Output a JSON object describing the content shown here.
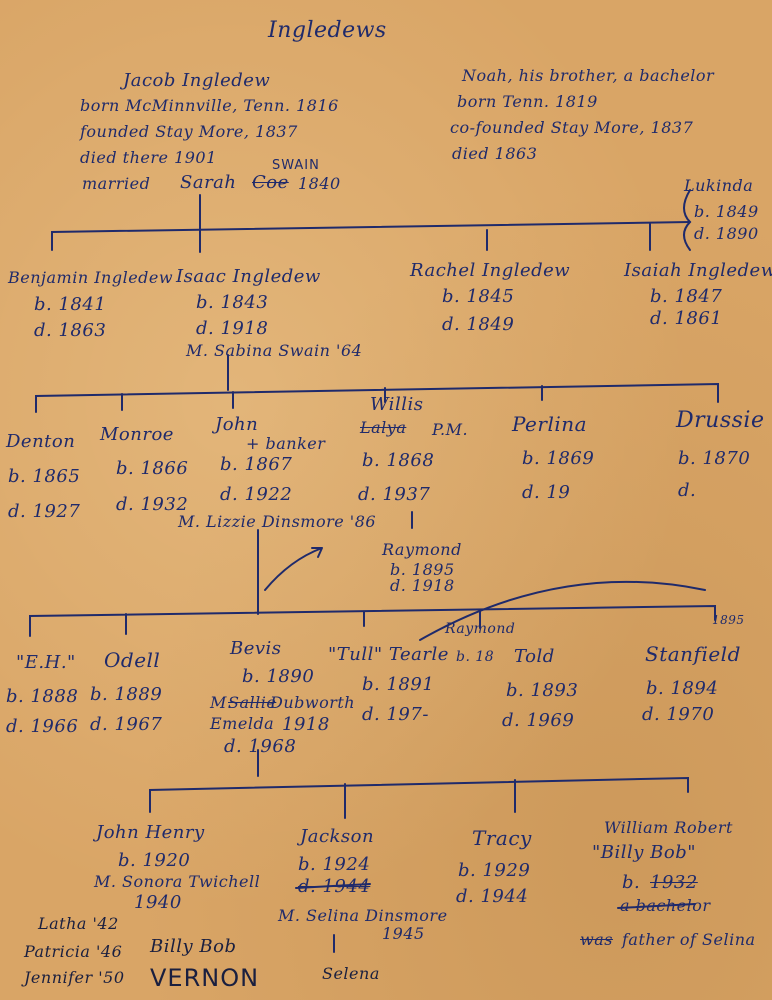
{
  "title": "Ingledews",
  "founders": {
    "jacob": [
      "Jacob Ingledew",
      "born McMinnville, Tenn. 1816",
      "founded Stay More, 1837",
      "died there 1901"
    ],
    "married_prefix": "married",
    "married_name": "Sarah",
    "married_struck": "Coe",
    "married_year": "1840",
    "married_insert": "SWAIN",
    "noah": [
      "Noah, his brother, a bachelor",
      "born Tenn. 1819",
      "co-founded Stay More, 1837",
      "died 1863"
    ]
  },
  "gen1": {
    "benjamin": {
      "name": "Benjamin Ingledew",
      "born": "b. 1841",
      "died": "d. 1863"
    },
    "isaac": {
      "name": "Isaac Ingledew",
      "born": "b. 1843",
      "died": "d. 1918",
      "married": "M. Sabina Swain '64"
    },
    "rachel": {
      "name": "Rachel Ingledew",
      "born": "b. 1845",
      "died": "d. 1849"
    },
    "isaiah": {
      "name": "Isaiah Ingledew",
      "born": "b. 1847",
      "died": "d. 1861"
    },
    "lukinda": {
      "name": "Lukinda",
      "born": "b. 1849",
      "died": "d. 1890"
    }
  },
  "gen2": {
    "denton": {
      "name": "Denton",
      "born": "b. 1865",
      "died": "d. 1927"
    },
    "monroe": {
      "name": "Monroe",
      "born": "b. 1866",
      "died": "d. 1932"
    },
    "john": {
      "name": "John",
      "occupation": "+ banker",
      "born": "b. 1867",
      "died": "d. 1922",
      "married": "M. Lizzie Dinsmore '86"
    },
    "willis": {
      "name": "Willis",
      "struck": "Lalya",
      "suffix": "P.M.",
      "born": "b. 1868",
      "died": "d. 1937"
    },
    "perlina": {
      "name": "Perlina",
      "born": "b. 1869",
      "died": "d. 19"
    },
    "drussie": {
      "name": "Drussie",
      "born": "b. 1870",
      "died": "d."
    },
    "raymond": {
      "name": "Raymond",
      "born": "b. 1895",
      "died": "d. 1918"
    }
  },
  "gen3": {
    "eh": {
      "name": "\"E.H.\"",
      "born": "b. 1888",
      "died": "d. 1966"
    },
    "odell": {
      "name": "Odell",
      "born": "b. 1889",
      "died": "d. 1967"
    },
    "bevis": {
      "name": "Bevis",
      "born": "b. 1890",
      "married_prefix": "M.",
      "married_struck": "Sallie",
      "married_name": "Dubworth",
      "second_line": "Emelda",
      "married_year": "1918",
      "died": "d. 1968"
    },
    "tearle": {
      "name": "\"Tull\" Tearle",
      "born": "b. 1891",
      "died": "d. 197-"
    },
    "raymond_note": "Raymond",
    "raymond_year": "b. 18",
    "told": {
      "name": "Told",
      "born": "b. 1893",
      "died": "d. 1969"
    },
    "stanfield": {
      "name": "Stanfield",
      "born": "b. 1894",
      "died": "d. 1970"
    },
    "stanfield_note": "1895"
  },
  "gen4": {
    "john_henry": {
      "name": "John Henry",
      "born": "b. 1920",
      "married": "M. Sonora Twichell",
      "married_year": "1940"
    },
    "jackson": {
      "name": "Jackson",
      "born": "b. 1924",
      "died_struck": "d. 1944",
      "married": "M. Selina Dinsmore",
      "married_year": "1945"
    },
    "tracy": {
      "name": "Tracy",
      "born": "b. 1929",
      "died": "d. 1944"
    },
    "william": {
      "name": "William Robert",
      "nickname": "\"Billy Bob\"",
      "born_prefix": "b.",
      "born_struck": "1932",
      "struck_line": "a bachelor",
      "father_struck": "was",
      "father_line": "father of Selina"
    },
    "children": [
      "Latha '42",
      "Patricia '46",
      "Jennifer '50"
    ],
    "billy_bob": "Billy Bob",
    "vernon": "VERNON",
    "selena": "Selena"
  }
}
